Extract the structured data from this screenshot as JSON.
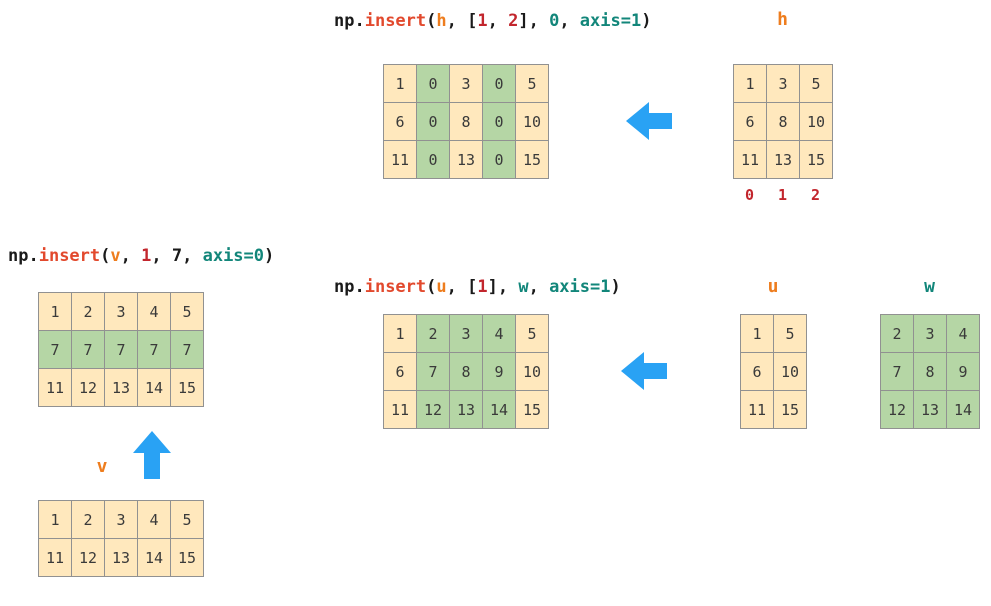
{
  "palette": {
    "plain": "#1a1a1a",
    "func": "#e2492d",
    "var": "#ee7d1e",
    "num": "#c2262d",
    "lit": "#12867a",
    "cell_bg": "#ffe8bd",
    "cell_highlight": "#b5d6a5",
    "cell_border": "#919191",
    "arrow_blue": "#29a2f4"
  },
  "ex_h": {
    "code": [
      {
        "t": "np.",
        "c": "plain"
      },
      {
        "t": "insert",
        "c": "func"
      },
      {
        "t": "(",
        "c": "plain"
      },
      {
        "t": "h",
        "c": "var"
      },
      {
        "t": ", [",
        "c": "plain"
      },
      {
        "t": "1",
        "c": "num"
      },
      {
        "t": ", ",
        "c": "plain"
      },
      {
        "t": "2",
        "c": "num"
      },
      {
        "t": "], ",
        "c": "plain"
      },
      {
        "t": "0",
        "c": "lit"
      },
      {
        "t": ", ",
        "c": "plain"
      },
      {
        "t": "axis=1",
        "c": "lit"
      },
      {
        "t": ")",
        "c": "plain"
      }
    ],
    "result": {
      "values": [
        [
          1,
          0,
          3,
          0,
          5
        ],
        [
          6,
          0,
          8,
          0,
          10
        ],
        [
          11,
          0,
          13,
          0,
          15
        ]
      ],
      "highlights": [
        [
          0,
          1,
          0,
          1,
          0
        ],
        [
          0,
          1,
          0,
          1,
          0
        ],
        [
          0,
          1,
          0,
          1,
          0
        ]
      ]
    },
    "label": "h",
    "matrix": {
      "values": [
        [
          1,
          3,
          5
        ],
        [
          6,
          8,
          10
        ],
        [
          11,
          13,
          15
        ]
      ]
    },
    "index_labels": [
      "0",
      "1",
      "2"
    ]
  },
  "ex_v": {
    "code": [
      {
        "t": "np.",
        "c": "plain"
      },
      {
        "t": "insert",
        "c": "func"
      },
      {
        "t": "(",
        "c": "plain"
      },
      {
        "t": "v",
        "c": "var"
      },
      {
        "t": ", ",
        "c": "plain"
      },
      {
        "t": "1",
        "c": "num"
      },
      {
        "t": ", ",
        "c": "plain"
      },
      {
        "t": "7",
        "c": "plain"
      },
      {
        "t": ", ",
        "c": "plain"
      },
      {
        "t": "axis=0",
        "c": "lit"
      },
      {
        "t": ")",
        "c": "plain"
      }
    ],
    "result": {
      "values": [
        [
          1,
          2,
          3,
          4,
          5
        ],
        [
          7,
          7,
          7,
          7,
          7
        ],
        [
          11,
          12,
          13,
          14,
          15
        ]
      ],
      "highlights": [
        [
          0,
          0,
          0,
          0,
          0
        ],
        [
          1,
          1,
          1,
          1,
          1
        ],
        [
          0,
          0,
          0,
          0,
          0
        ]
      ]
    },
    "label": "v",
    "matrix": {
      "values": [
        [
          1,
          2,
          3,
          4,
          5
        ],
        [
          11,
          12,
          13,
          14,
          15
        ]
      ]
    }
  },
  "ex_u": {
    "code": [
      {
        "t": "np.",
        "c": "plain"
      },
      {
        "t": "insert",
        "c": "func"
      },
      {
        "t": "(",
        "c": "plain"
      },
      {
        "t": "u",
        "c": "var"
      },
      {
        "t": ", [",
        "c": "plain"
      },
      {
        "t": "1",
        "c": "num"
      },
      {
        "t": "], ",
        "c": "plain"
      },
      {
        "t": "w",
        "c": "lit"
      },
      {
        "t": ", ",
        "c": "plain"
      },
      {
        "t": "axis=1",
        "c": "lit"
      },
      {
        "t": ")",
        "c": "plain"
      }
    ],
    "result": {
      "values": [
        [
          1,
          2,
          3,
          4,
          5
        ],
        [
          6,
          7,
          8,
          9,
          10
        ],
        [
          11,
          12,
          13,
          14,
          15
        ]
      ],
      "highlights": [
        [
          0,
          1,
          1,
          1,
          0
        ],
        [
          0,
          1,
          1,
          1,
          0
        ],
        [
          0,
          1,
          1,
          1,
          0
        ]
      ]
    },
    "label_u": "u",
    "matrix_u": {
      "values": [
        [
          1,
          5
        ],
        [
          6,
          10
        ],
        [
          11,
          15
        ]
      ]
    },
    "label_w": "w",
    "matrix_w": {
      "values": [
        [
          2,
          3,
          4
        ],
        [
          7,
          8,
          9
        ],
        [
          12,
          13,
          14
        ]
      ],
      "highlights": [
        [
          1,
          1,
          1
        ],
        [
          1,
          1,
          1
        ],
        [
          1,
          1,
          1
        ]
      ]
    }
  }
}
